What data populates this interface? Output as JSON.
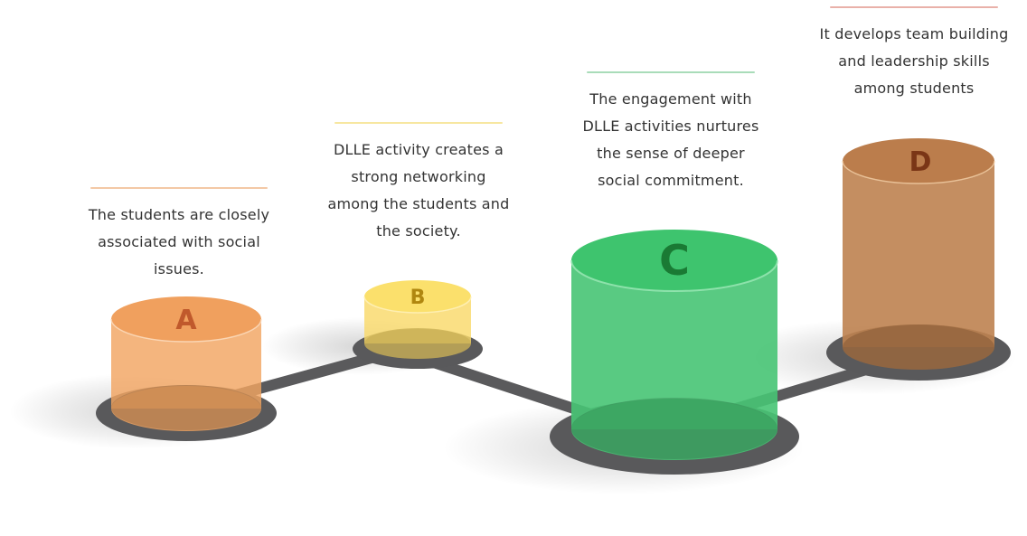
{
  "items": [
    {
      "letter": "A",
      "text": "The students are closely associated with social issues.",
      "color": "#f2a562"
    },
    {
      "letter": "B",
      "text": "DLLE activity creates a strong networking among the students and the society.",
      "color": "#f9d96a"
    },
    {
      "letter": "C",
      "text": "The engagement with DLLE activities nurtures the sense of deeper social commitment.",
      "color": "#47c474"
    },
    {
      "letter": "D",
      "text": "It develops team building and leadership skills among students",
      "color": "#be8250"
    }
  ],
  "colors": {
    "a_top": "#f0a05e",
    "a_letter": "#c0592c",
    "a_rule": "#f3c9a6",
    "b_top": "#fbe06c",
    "b_letter": "#b08710",
    "b_rule": "#f7e7a0",
    "c_top": "#3ec46e",
    "c_letter": "#1a7a34",
    "c_rule": "#a9dcb9",
    "d_top": "#bb7d4c",
    "d_letter": "#7a3616",
    "d_rule": "#e9b1a9",
    "base": "#59595b",
    "connector": "#5a5a5c"
  }
}
